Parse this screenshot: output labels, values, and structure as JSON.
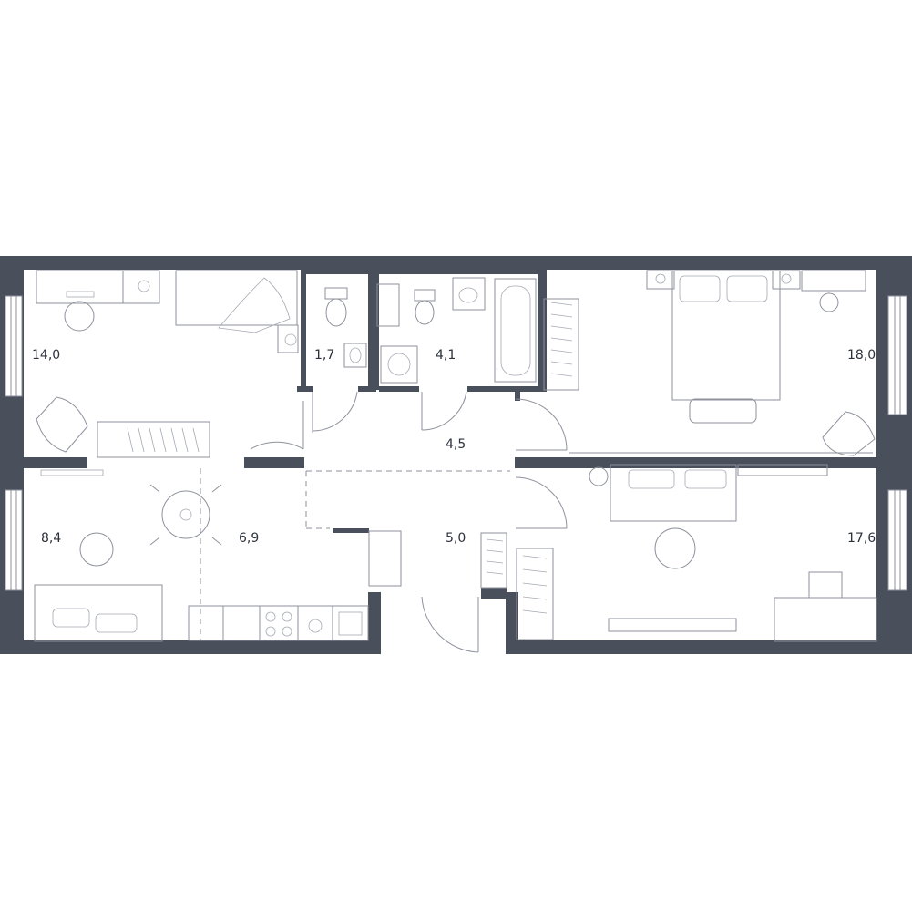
{
  "rooms": [
    {
      "id": "bedroom-left",
      "area": "14,0"
    },
    {
      "id": "toilet",
      "area": "1,7"
    },
    {
      "id": "bathroom",
      "area": "4,1"
    },
    {
      "id": "bedroom-right",
      "area": "18,0"
    },
    {
      "id": "corridor",
      "area": "4,5"
    },
    {
      "id": "dining",
      "area": "8,4"
    },
    {
      "id": "kitchen",
      "area": "6,9"
    },
    {
      "id": "hall",
      "area": "5,0"
    },
    {
      "id": "living-room",
      "area": "17,6"
    }
  ],
  "colors": {
    "wall": "#4a4f5c",
    "line": "#8e929c",
    "text": "#2d313c"
  }
}
